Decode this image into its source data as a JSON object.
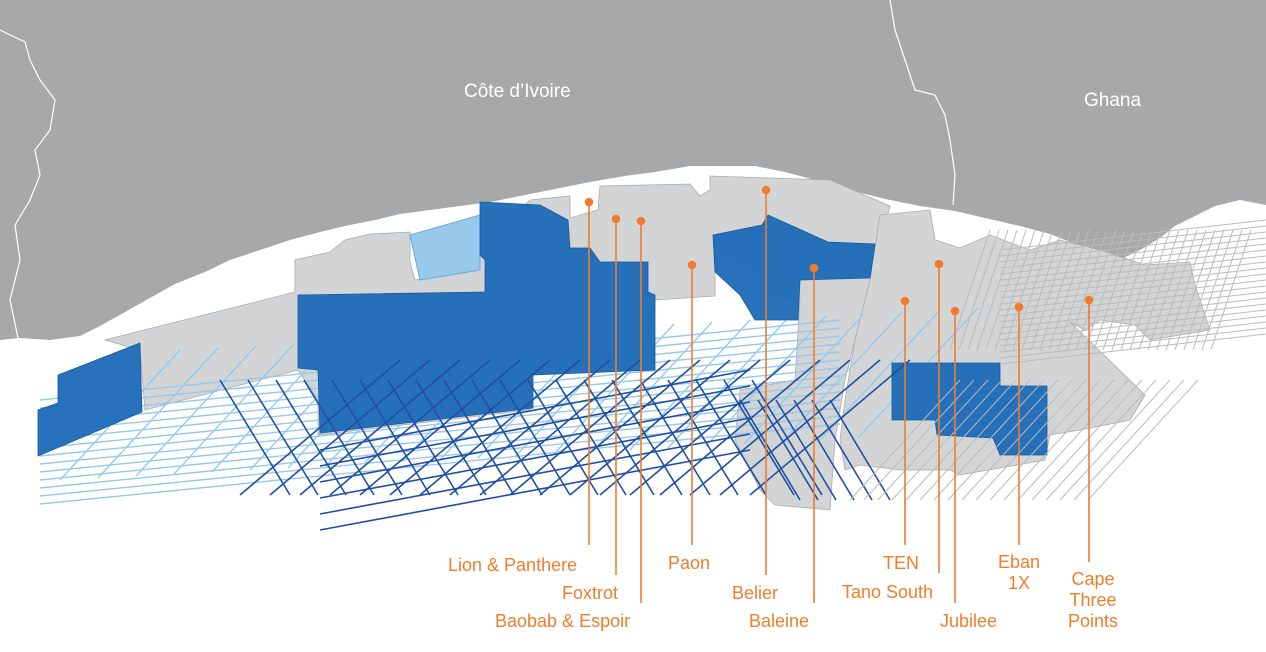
{
  "countries": [
    {
      "id": "cote-divoire",
      "name": "Côte d’Ivoire"
    },
    {
      "id": "ghana",
      "name": "Ghana"
    }
  ],
  "fields": [
    {
      "id": "lion-panthere",
      "label": "Lion & Panthere"
    },
    {
      "id": "foxtrot",
      "label": "Foxtrot"
    },
    {
      "id": "baobab-espoir",
      "label": "Baobab & Espoir"
    },
    {
      "id": "paon",
      "label": "Paon"
    },
    {
      "id": "belier",
      "label": "Belier"
    },
    {
      "id": "baleine",
      "label": "Baleine"
    },
    {
      "id": "ten",
      "label": "TEN"
    },
    {
      "id": "tano-south",
      "label": "Tano South"
    },
    {
      "id": "jubilee",
      "label": "Jubilee"
    },
    {
      "id": "eban",
      "label": "Eban 1X",
      "lines": [
        "Eban",
        "1X"
      ]
    },
    {
      "id": "cape-three-points",
      "label": "Cape Three Points",
      "lines": [
        "Cape",
        "Three",
        "Points"
      ]
    }
  ],
  "colors": {
    "land": "#a6a8aa",
    "licence_block": "#d3d4d5",
    "block_outline": "#a9abad",
    "seismic_dark_blue": "#1c6ab8",
    "seismic_light_blue": "#97c9ec",
    "field_marker": "#ef7d2d",
    "label_white": "#ffffff"
  }
}
